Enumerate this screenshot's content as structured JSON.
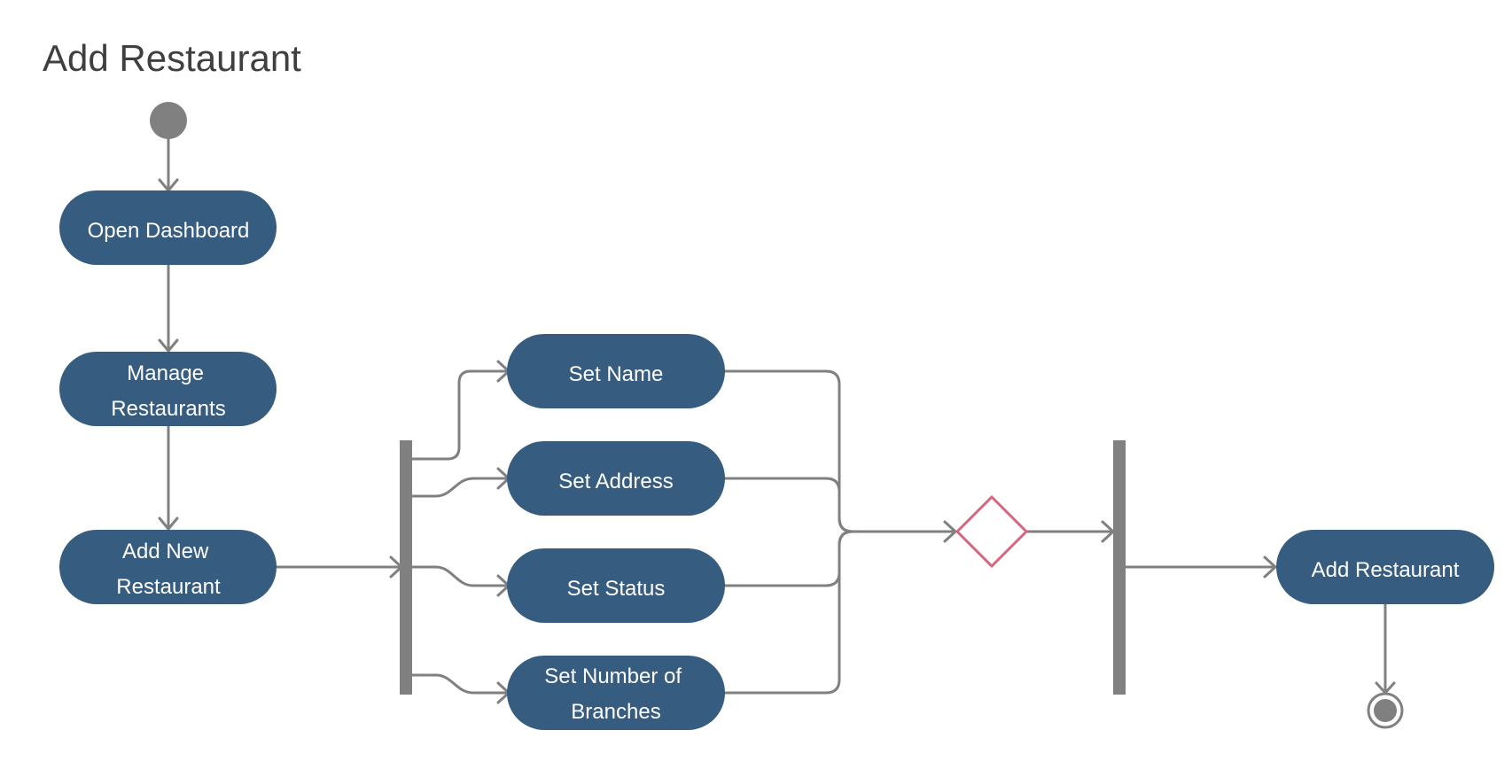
{
  "title": "Add Restaurant",
  "colors": {
    "action_fill": "#365c80",
    "action_text": "#ffffff",
    "edge": "#808080",
    "decision": "#d9667e",
    "start_node": "#808080",
    "title_text": "#3f3f3f"
  },
  "actions": {
    "open_dashboard": [
      "Open Dashboard"
    ],
    "manage_restaurants": [
      "Manage",
      "Restaurants"
    ],
    "add_new_restaurant": [
      "Add New",
      "Restaurant"
    ],
    "set_name": [
      "Set Name"
    ],
    "set_address": [
      "Set Address"
    ],
    "set_status": [
      "Set Status"
    ],
    "set_number_of_branches": [
      "Set Number of",
      "Branches"
    ],
    "add_restaurant": [
      "Add Restaurant"
    ]
  }
}
